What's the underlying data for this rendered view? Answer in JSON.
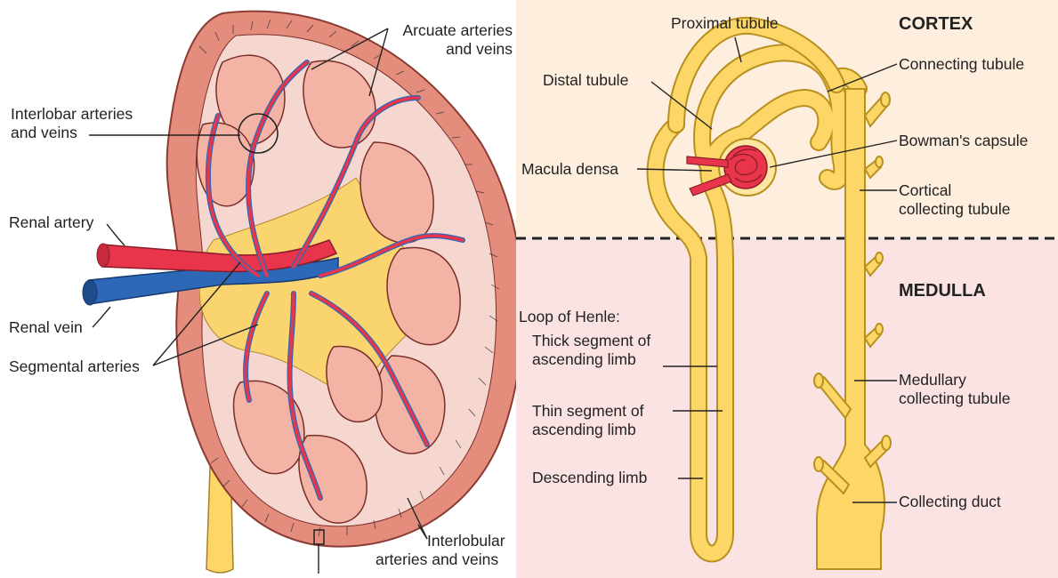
{
  "kidney": {
    "arcuate_line1": "Arcuate arteries",
    "arcuate_line2": "and veins",
    "interlobar_line1": "Interlobar arteries",
    "interlobar_line2": "and veins",
    "renal_artery": "Renal artery",
    "renal_vein": "Renal vein",
    "segmental": "Segmental arteries",
    "interlobular_line1": "Interlobular",
    "interlobular_line2": "arteries and veins"
  },
  "nephron": {
    "cortex": "CORTEX",
    "medulla": "MEDULLA",
    "proximal_tubule": "Proximal tubule",
    "distal_tubule": "Distal tubule",
    "connecting_tubule": "Connecting tubule",
    "bowmans_capsule": "Bowman's capsule",
    "macula_densa": "Macula densa",
    "cortical_line1": "Cortical",
    "cortical_line2": "collecting tubule",
    "loop_title": "Loop of Henle:",
    "thick_line1": "Thick segment of",
    "thick_line2": "ascending limb",
    "thin_line1": "Thin segment of",
    "thin_line2": "ascending limb",
    "descending": "Descending limb",
    "medullary_line1": "Medullary",
    "medullary_line2": "collecting tubule",
    "collecting_duct": "Collecting duct"
  },
  "colors": {
    "artery": "#e8354b",
    "vein": "#2d68b8",
    "tubule": "#fcd768",
    "cortex_bg": "#fdeedd",
    "medulla_bg": "#fce3e3",
    "kidney_tissue": "#e9a08e"
  }
}
